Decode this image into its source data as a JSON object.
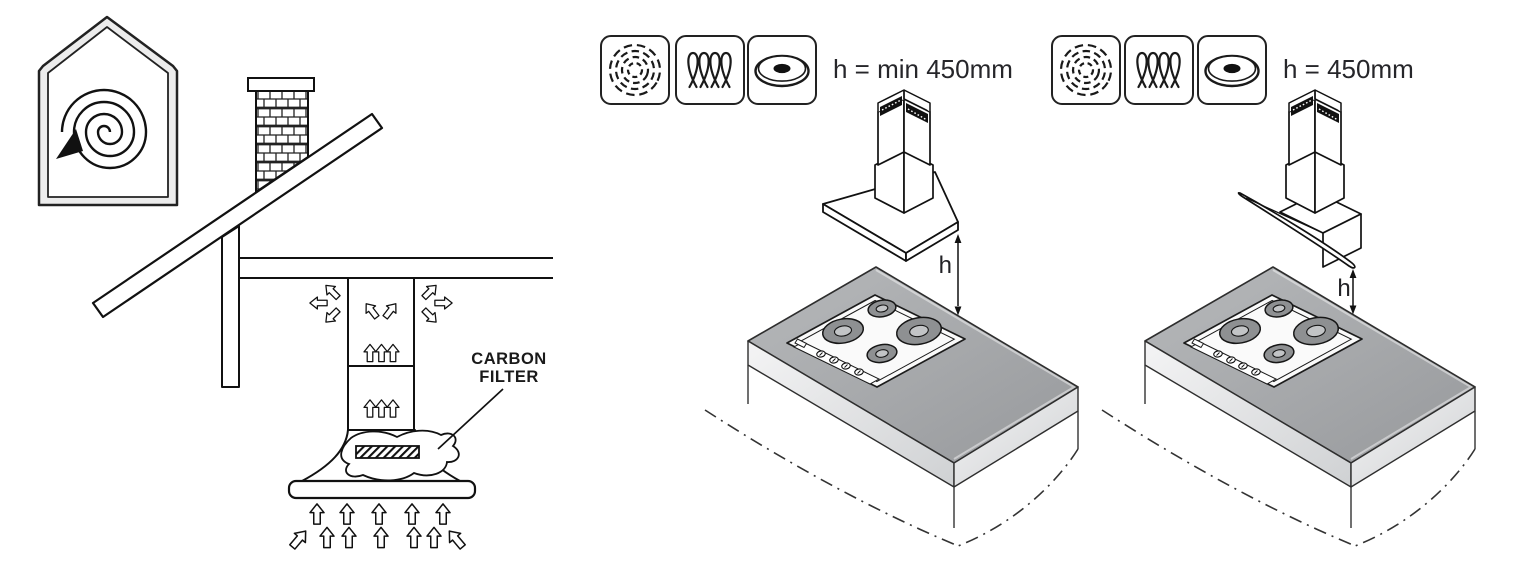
{
  "diagram": {
    "kind": "cooker-hood installation / recirculation manual figure",
    "recirculation": {
      "carbon_filter_label_line1": "CARBON",
      "carbon_filter_label_line2": "FILTER"
    },
    "panels": [
      {
        "id": "island-hood-straight",
        "height_note": "h = min 450mm",
        "dim_label": "h",
        "hob_icons": [
          "radiant-hob-icon",
          "induction-hob-icon",
          "solid-plate-hob-icon"
        ]
      },
      {
        "id": "island-hood-angled",
        "height_note": "h = 450mm",
        "dim_label": "h",
        "hob_icons": [
          "radiant-hob-icon",
          "induction-hob-icon",
          "solid-plate-hob-icon"
        ]
      }
    ],
    "colors": {
      "line": "#111111",
      "counter_top": "#a9abad",
      "counter_side": "#e4e5e7",
      "burner": "#8e9092",
      "text": "#26262a"
    }
  }
}
